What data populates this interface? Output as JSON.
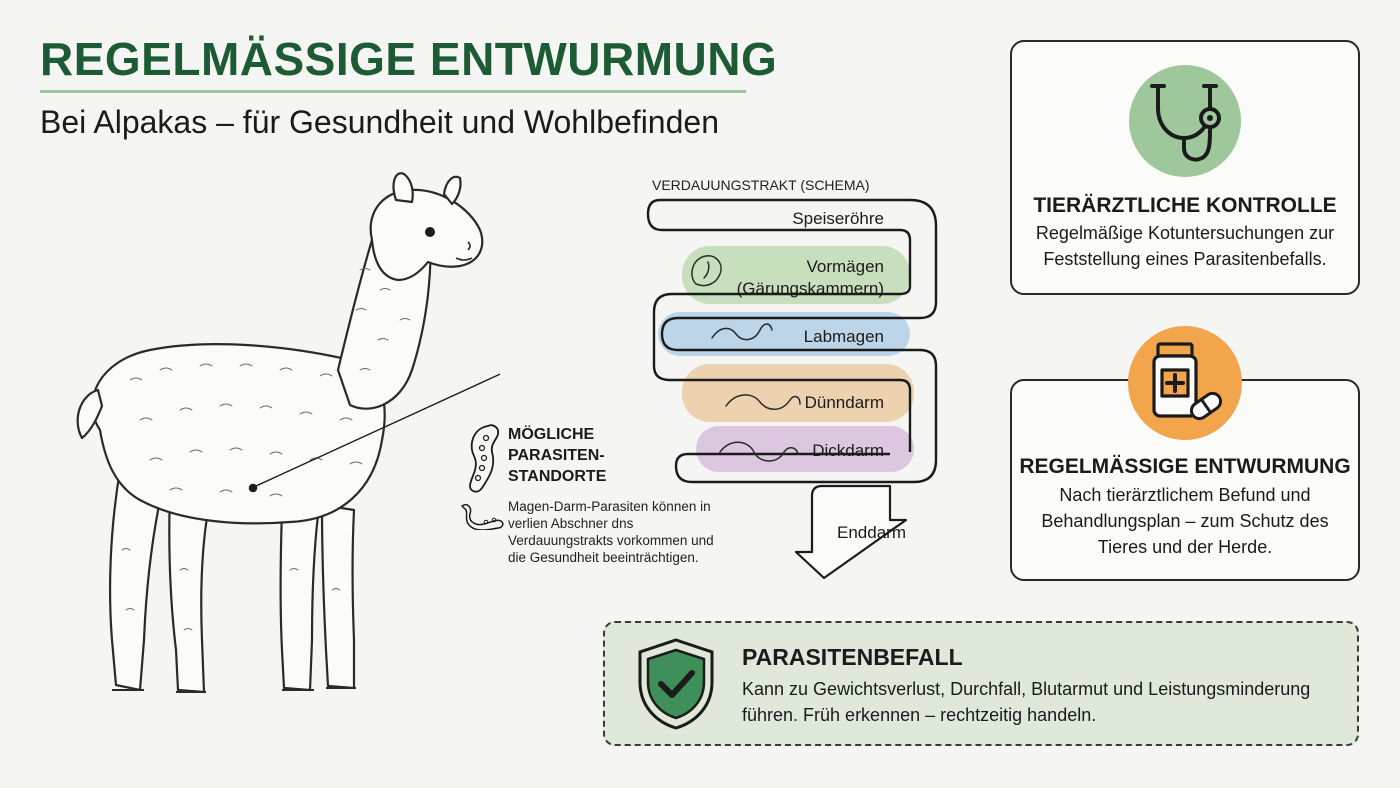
{
  "header": {
    "title": "REGELMÄSSIGE ENTWURMUNG",
    "subtitle": "Bei Alpakas – für Gesundheit und Wohlbefinden"
  },
  "schema": {
    "label": "VERDAUUNGSTRAKT (SCHEMA)",
    "segments": {
      "esophagus": "Speiseröhre",
      "forestomach_line1": "Vormägen",
      "forestomach_line2": "(Gärungskammern)",
      "abomasum": "Labmagen",
      "small_intestine": "Dünndarm",
      "large_intestine": "Dickdarm",
      "rectum": "Enddarm"
    }
  },
  "parasites": {
    "title_line1": "MÖGLICHE",
    "title_line2": "PARASITEN-",
    "title_line3": "STANDORTE",
    "body": "Magen-Darm-Parasiten können in verlien Abschner dns Verdauungstrakts vorkommen und die Gesundheit beeinträchtigen."
  },
  "cards": {
    "vet": {
      "icon": "stethoscope-icon",
      "heading": "TIERÄRZTLICHE KONTROLLE",
      "text": "Regelmäßige Kotuntersuchungen zur Feststellung eines Parasitenbefalls."
    },
    "deworm": {
      "icon": "medicine-bottle-icon",
      "heading": "REGELMÄSSIGE ENTWURMUNG",
      "text": "Nach tierärztlichem Befund und Behandlungsplan – zum Schutz des Tieres und der Herde."
    }
  },
  "warning": {
    "icon": "shield-check-icon",
    "heading": "PARASITENBEFALL",
    "text": "Kann zu Gewichtsverlust, Durchfall, Blutarmut und Leistungsminderung führen. Früh erkennen – rechtzeitig handeln."
  },
  "colors": {
    "title_green": "#1d5b35",
    "light_green": "#9fc79c",
    "orange": "#f2a54a",
    "forestomach": "#c8dfbe",
    "abomasum": "#bcd5e8",
    "small_intestine": "#ecd2ae",
    "large_intestine": "#dcc6e0",
    "warning_bg": "#dfe8d9"
  }
}
